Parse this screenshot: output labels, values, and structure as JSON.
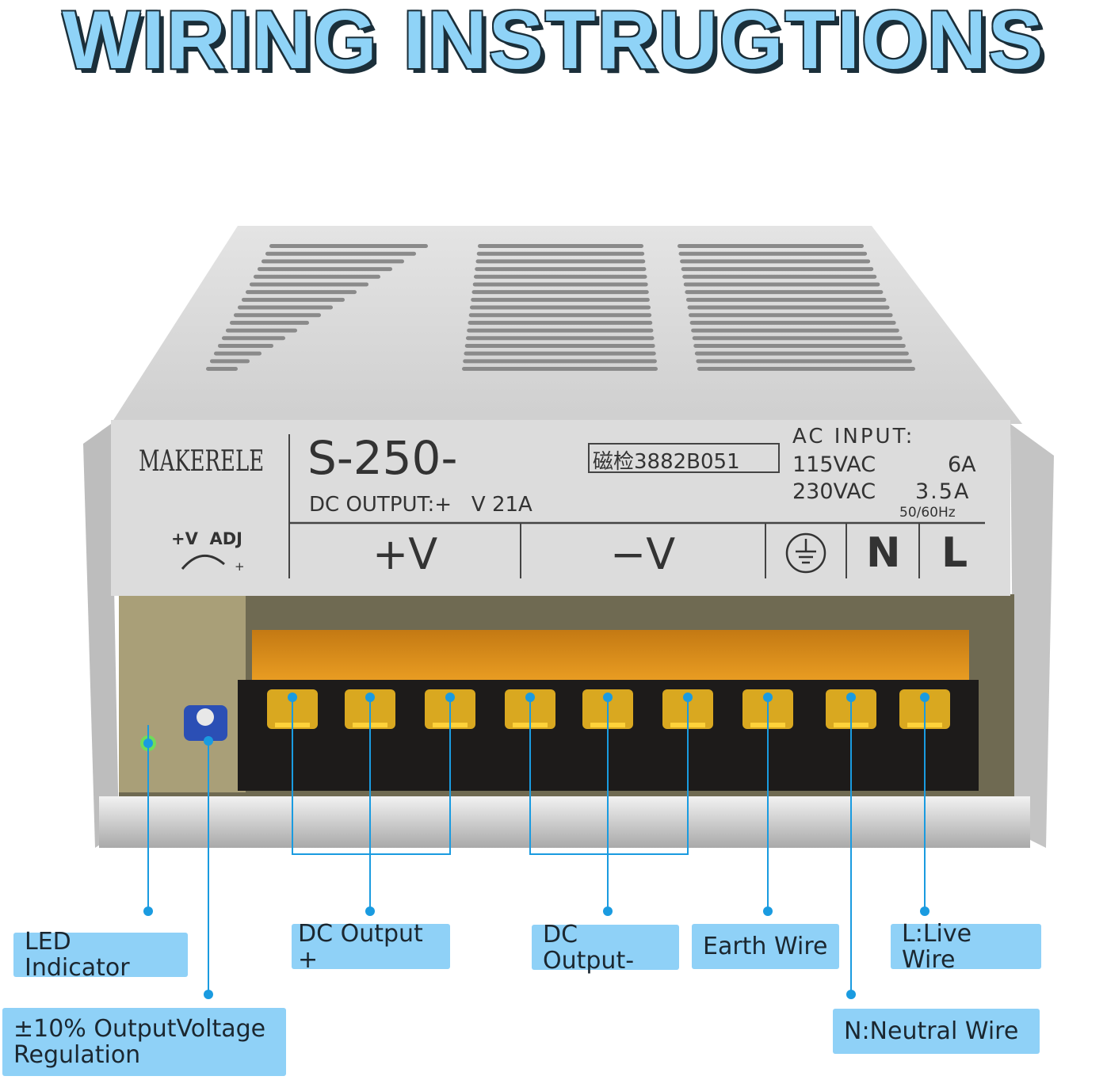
{
  "title": "WIRING INSTRUGTIONS",
  "device_label": {
    "brand": "MAKERELE",
    "model": "S-250-",
    "cert": "磁检3882B051",
    "dc_output": "DC OUTPUT:+   V 21A",
    "ac_input": "AC INPUT:",
    "ac_115": "115VAC",
    "ac_115_current": "6A",
    "ac_230": "230VAC",
    "ac_230_current": "3.5A",
    "frequency": "50/60Hz",
    "adj_label": "+V  ADJ",
    "adj_plus": "+",
    "terminal_plus_v": "+V",
    "terminal_minus_v": "−V",
    "terminal_n": "N",
    "terminal_l": "L"
  },
  "callouts": {
    "led": "LED Indicator",
    "regulation": "±10% OutputVoltage Regulation",
    "dc_plus": "DC Output +",
    "dc_minus": "DC Output-",
    "earth": "Earth Wire",
    "live": "L:Live Wire",
    "neutral": "N:Neutral Wire"
  },
  "colors": {
    "callout_line": "#1a9be0",
    "callout_box": "#8fd1f7",
    "title": "#8fd3f7"
  }
}
